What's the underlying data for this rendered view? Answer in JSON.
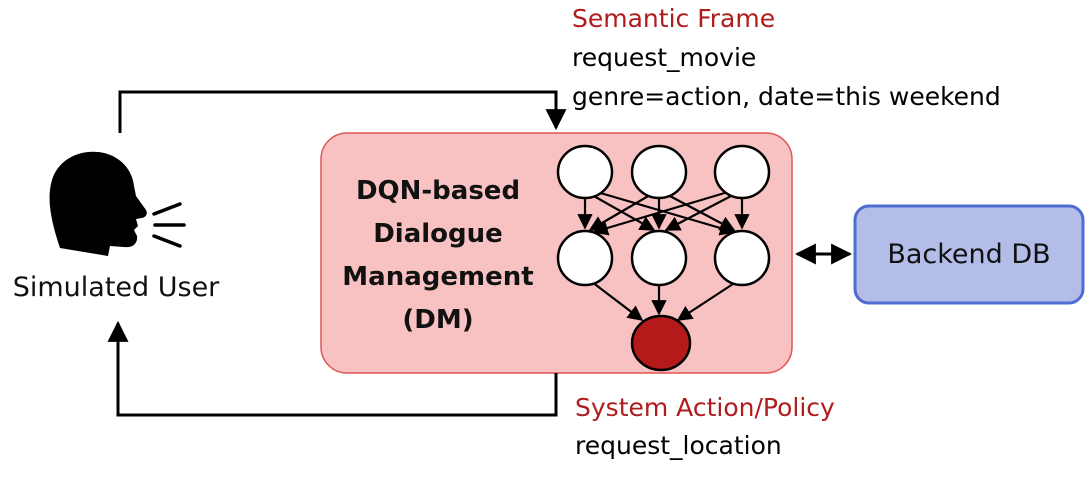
{
  "semantic_frame": {
    "title": "Semantic Frame",
    "line1": "request_movie",
    "line2": "genre=action, date=this weekend"
  },
  "dm": {
    "line1": "DQN-based",
    "line2": "Dialogue",
    "line3": "Management",
    "line4": "(DM)"
  },
  "backend": {
    "label": "Backend DB"
  },
  "user": {
    "label": "Simulated User"
  },
  "system_action": {
    "title": "System Action/Policy",
    "line1": "request_location"
  },
  "colors": {
    "dm_fill": "#f9c2c2",
    "dm_stroke": "#e05555",
    "db_fill": "#b3bde8",
    "db_stroke": "#4f6bd4",
    "output_node": "#b51a1a",
    "title_red": "#b01c1c"
  },
  "icons": {
    "user": "speaking-head-icon"
  }
}
